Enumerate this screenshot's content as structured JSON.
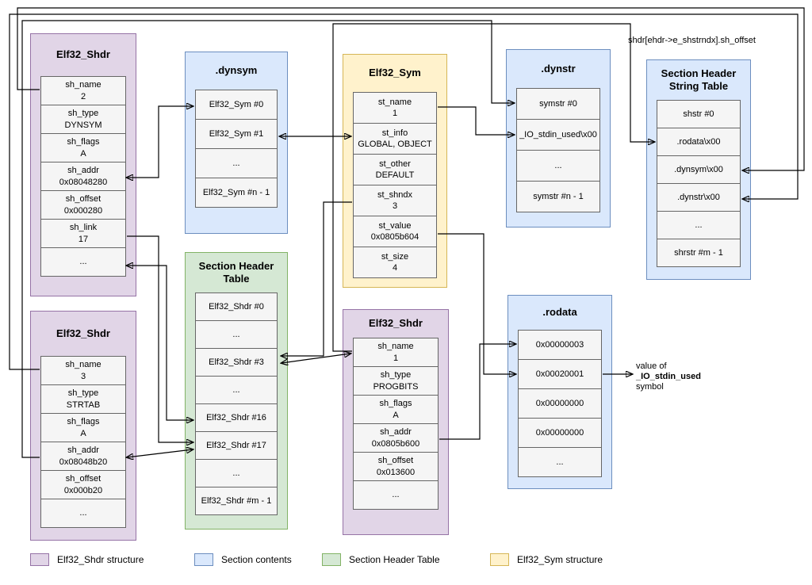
{
  "boxes": {
    "shdr_dynsym": {
      "title": "Elf32_Shdr",
      "rows": [
        {
          "label": "sh_name",
          "value": "2"
        },
        {
          "label": "sh_type",
          "value": "DYNSYM"
        },
        {
          "label": "sh_flags",
          "value": "A"
        },
        {
          "label": "sh_addr",
          "value": "0x08048280"
        },
        {
          "label": "sh_offset",
          "value": "0x000280"
        },
        {
          "label": "sh_link",
          "value": "17"
        },
        {
          "label": "..."
        }
      ]
    },
    "shdr_dynstr": {
      "title": "Elf32_Shdr",
      "rows": [
        {
          "label": "sh_name",
          "value": "3"
        },
        {
          "label": "sh_type",
          "value": "STRTAB"
        },
        {
          "label": "sh_flags",
          "value": "A"
        },
        {
          "label": "sh_addr",
          "value": "0x08048b20"
        },
        {
          "label": "sh_offset",
          "value": "0x000b20"
        },
        {
          "label": "..."
        }
      ]
    },
    "dynsym": {
      "title": ".dynsym",
      "rows": [
        {
          "label": "Elf32_Sym #0"
        },
        {
          "label": "Elf32_Sym #1"
        },
        {
          "label": "..."
        },
        {
          "label": "Elf32_Sym #n - 1"
        }
      ]
    },
    "sht": {
      "title": "Section Header Table",
      "rows": [
        {
          "label": "Elf32_Shdr #0"
        },
        {
          "label": "..."
        },
        {
          "label": "Elf32_Shdr #3"
        },
        {
          "label": "..."
        },
        {
          "label": "Elf32_Shdr #16"
        },
        {
          "label": "Elf32_Shdr #17"
        },
        {
          "label": "..."
        },
        {
          "label": "Elf32_Shdr #m - 1"
        }
      ]
    },
    "sym": {
      "title": "Elf32_Sym",
      "rows": [
        {
          "label": "st_name",
          "value": "1"
        },
        {
          "label": "st_info",
          "value": "GLOBAL, OBJECT"
        },
        {
          "label": "st_other",
          "value": "DEFAULT"
        },
        {
          "label": "st_shndx",
          "value": "3"
        },
        {
          "label": "st_value",
          "value": "0x0805b604"
        },
        {
          "label": "st_size",
          "value": "4"
        }
      ]
    },
    "shdr_rodata": {
      "title": "Elf32_Shdr",
      "rows": [
        {
          "label": "sh_name",
          "value": "1"
        },
        {
          "label": "sh_type",
          "value": "PROGBITS"
        },
        {
          "label": "sh_flags",
          "value": "A"
        },
        {
          "label": "sh_addr",
          "value": "0x0805b600"
        },
        {
          "label": "sh_offset",
          "value": "0x013600"
        },
        {
          "label": "..."
        }
      ]
    },
    "dynstr": {
      "title": ".dynstr",
      "rows": [
        {
          "label": "symstr #0"
        },
        {
          "label": "_IO_stdin_used\\x00"
        },
        {
          "label": "..."
        },
        {
          "label": "symstr #n - 1"
        }
      ]
    },
    "shstrtab": {
      "title": "Section Header String Table",
      "pointer_label": "shdr[ehdr->e_shstrndx].sh_offset",
      "rows": [
        {
          "label": "shstr #0"
        },
        {
          "label": ".rodata\\x00"
        },
        {
          "label": ".dynsym\\x00"
        },
        {
          "label": ".dynstr\\x00"
        },
        {
          "label": "..."
        },
        {
          "label": "shrstr #m - 1"
        }
      ]
    },
    "rodata": {
      "title": ".rodata",
      "rows": [
        {
          "label": "0x00000003"
        },
        {
          "label": "0x00020001"
        },
        {
          "label": "0x00000000"
        },
        {
          "label": "0x00000000"
        },
        {
          "label": "..."
        }
      ]
    }
  },
  "annotation": {
    "line1": "value of",
    "line2": "_IO_stdin_used",
    "line3": "symbol",
    "arrow_color": "#e08585"
  },
  "legend": [
    {
      "label": "Elf32_Shdr structure",
      "fill": "#e1d5e7",
      "border": "#9673a6"
    },
    {
      "label": "Section contents",
      "fill": "#dae8fc",
      "border": "#6c8ebf"
    },
    {
      "label": "Section Header Table",
      "fill": "#d5e8d4",
      "border": "#82b366"
    },
    {
      "label": "Elf32_Sym structure",
      "fill": "#fff2cc",
      "border": "#d6b656"
    }
  ]
}
